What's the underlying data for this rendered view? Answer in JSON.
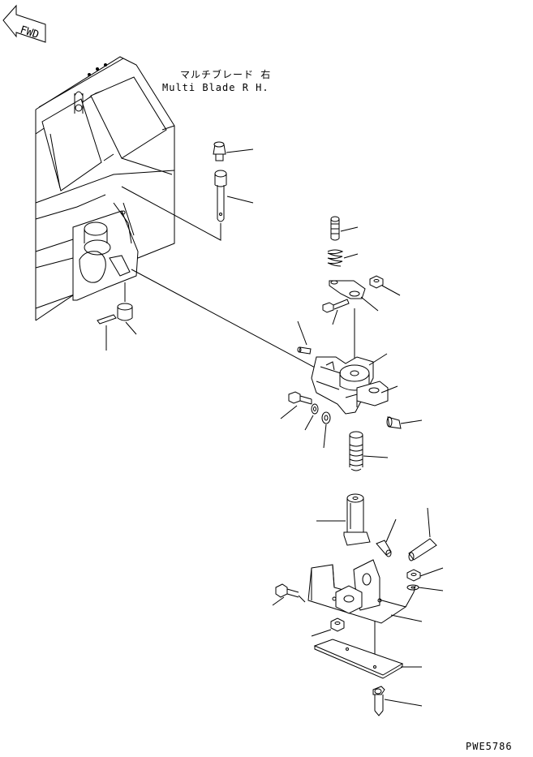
{
  "diagram": {
    "title_jp": "マルチブレード 右",
    "title_en": "Multi Blade R H.",
    "fwd_label": "FWD",
    "drawing_code": "PWE5786"
  },
  "style": {
    "line_color": "#000000",
    "background": "#ffffff"
  }
}
